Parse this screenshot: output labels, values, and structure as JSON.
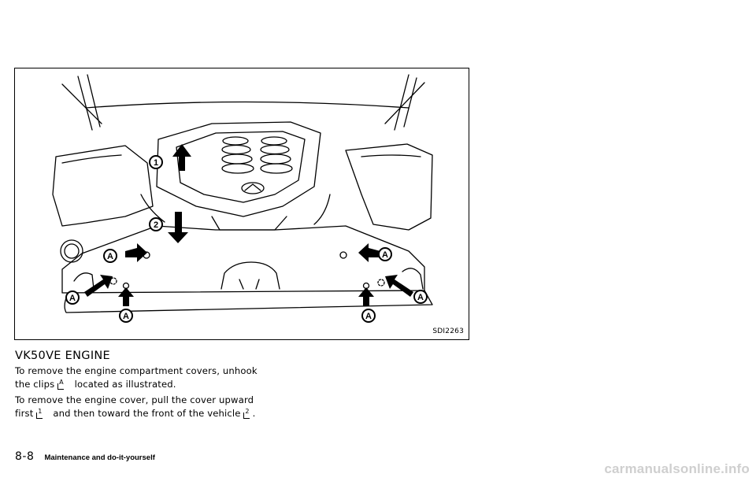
{
  "figure": {
    "code": "SDI2263",
    "callouts": {
      "a": "A",
      "one": "1",
      "two": "2"
    }
  },
  "section": {
    "heading": "VK50VE ENGINE",
    "para1": {
      "before": "To remove the engine compartment covers, unhook the clips",
      "ref": "A",
      "after": "located as illustrated."
    },
    "para2": {
      "before": "To remove the engine cover, pull the cover upward first",
      "ref1": "1",
      "middle": "and then toward the front of the vehicle",
      "ref2": "2",
      "after": "."
    }
  },
  "footer": {
    "page": "8-8",
    "section_title": "Maintenance and do-it-yourself"
  },
  "watermark": "carmanualsonline.info"
}
